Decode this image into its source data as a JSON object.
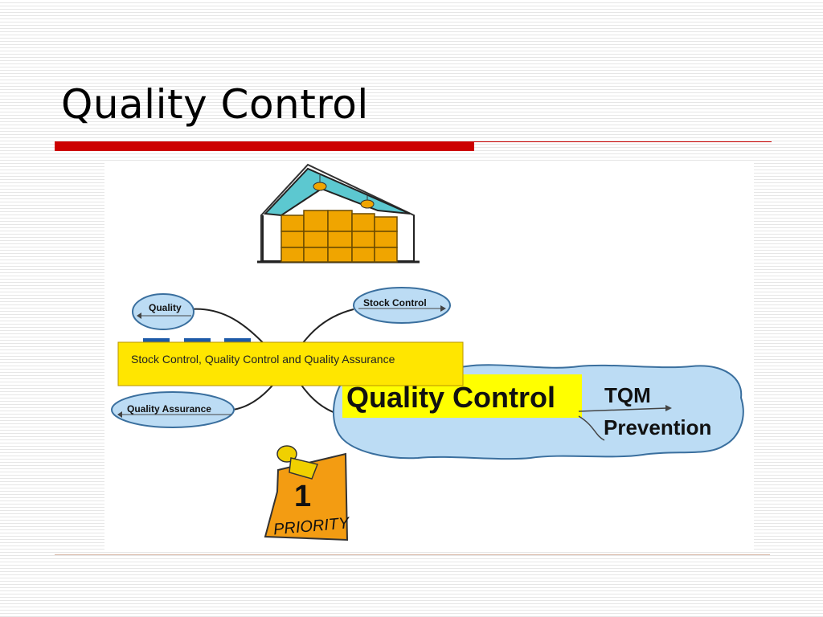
{
  "slide": {
    "title": "Quality Control"
  },
  "diagram": {
    "nodes": {
      "quality": "Quality",
      "stock_control": "Stock Control",
      "quality_assurance": "Quality Assurance",
      "center": "Quality Control",
      "tqm": "TQM",
      "prevention": "Prevention"
    },
    "callout": "Stock Control, Quality Control and Quality Assurance",
    "priority_sign": {
      "number": "1",
      "text": "PRIORITY"
    },
    "colors": {
      "bubble_fill": "#bcdcf4",
      "bubble_stroke": "#3a6f9e",
      "callout_fill": "#ffe600",
      "highlight": "#ffff00",
      "accent_red": "#cc0000",
      "box_orange": "#f0a500",
      "sign_orange": "#f39c12"
    }
  }
}
